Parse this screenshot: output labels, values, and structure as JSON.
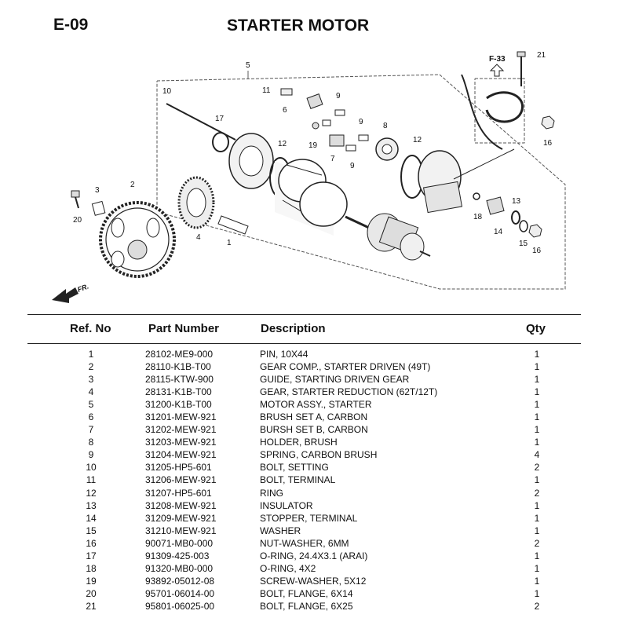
{
  "header": {
    "code": "E-09",
    "title": "STARTER MOTOR"
  },
  "diagram": {
    "callouts": [
      "1",
      "2",
      "3",
      "4",
      "5",
      "6",
      "7",
      "8",
      "9",
      "9",
      "9",
      "10",
      "11",
      "12",
      "12",
      "13",
      "14",
      "15",
      "16",
      "16",
      "17",
      "18",
      "19",
      "20",
      "21"
    ],
    "reference": "F-33",
    "direction": "FR."
  },
  "table": {
    "columns": {
      "ref": "Ref. No",
      "part": "Part Number",
      "desc": "Description",
      "qty": "Qty"
    },
    "rows": [
      {
        "ref": "1",
        "part": "28102-ME9-000",
        "desc": "PIN, 10X44",
        "qty": "1"
      },
      {
        "ref": "2",
        "part": "28110-K1B-T00",
        "desc": "GEAR COMP., STARTER DRIVEN (49T)",
        "qty": "1"
      },
      {
        "ref": "3",
        "part": "28115-KTW-900",
        "desc": "GUIDE, STARTING DRIVEN GEAR",
        "qty": "1"
      },
      {
        "ref": "4",
        "part": "28131-K1B-T00",
        "desc": "GEAR, STARTER REDUCTION (62T/12T)",
        "qty": "1"
      },
      {
        "ref": "5",
        "part": "31200-K1B-T00",
        "desc": "MOTOR ASSY., STARTER",
        "qty": "1"
      },
      {
        "ref": "6",
        "part": "31201-MEW-921",
        "desc": "BRUSH SET A, CARBON",
        "qty": "1"
      },
      {
        "ref": "7",
        "part": "31202-MEW-921",
        "desc": "BURSH SET B, CARBON",
        "qty": "1"
      },
      {
        "ref": "8",
        "part": "31203-MEW-921",
        "desc": "HOLDER, BRUSH",
        "qty": "1"
      },
      {
        "ref": "9",
        "part": "31204-MEW-921",
        "desc": "SPRING, CARBON BRUSH",
        "qty": "4"
      },
      {
        "ref": "10",
        "part": "31205-HP5-601",
        "desc": "BOLT, SETTING",
        "qty": "2"
      },
      {
        "ref": "11",
        "part": "31206-MEW-921",
        "desc": "BOLT, TERMINAL",
        "qty": "1"
      },
      {
        "ref": "12",
        "part": "31207-HP5-601",
        "desc": "RING",
        "qty": "2"
      },
      {
        "ref": "13",
        "part": "31208-MEW-921",
        "desc": "INSULATOR",
        "qty": "1"
      },
      {
        "ref": "14",
        "part": "31209-MEW-921",
        "desc": "STOPPER, TERMINAL",
        "qty": "1"
      },
      {
        "ref": "15",
        "part": "31210-MEW-921",
        "desc": "WASHER",
        "qty": "1"
      },
      {
        "ref": "16",
        "part": "90071-MB0-000",
        "desc": "NUT-WASHER, 6MM",
        "qty": "2"
      },
      {
        "ref": "17",
        "part": "91309-425-003",
        "desc": "O-RING, 24.4X3.1 (ARAI)",
        "qty": "1"
      },
      {
        "ref": "18",
        "part": "91320-MB0-000",
        "desc": "O-RING, 4X2",
        "qty": "1"
      },
      {
        "ref": "19",
        "part": "93892-05012-08",
        "desc": "SCREW-WASHER, 5X12",
        "qty": "1"
      },
      {
        "ref": "20",
        "part": "95701-06014-00",
        "desc": "BOLT, FLANGE, 6X14",
        "qty": "1"
      },
      {
        "ref": "21",
        "part": "95801-06025-00",
        "desc": "BOLT, FLANGE, 6X25",
        "qty": "2"
      }
    ]
  }
}
